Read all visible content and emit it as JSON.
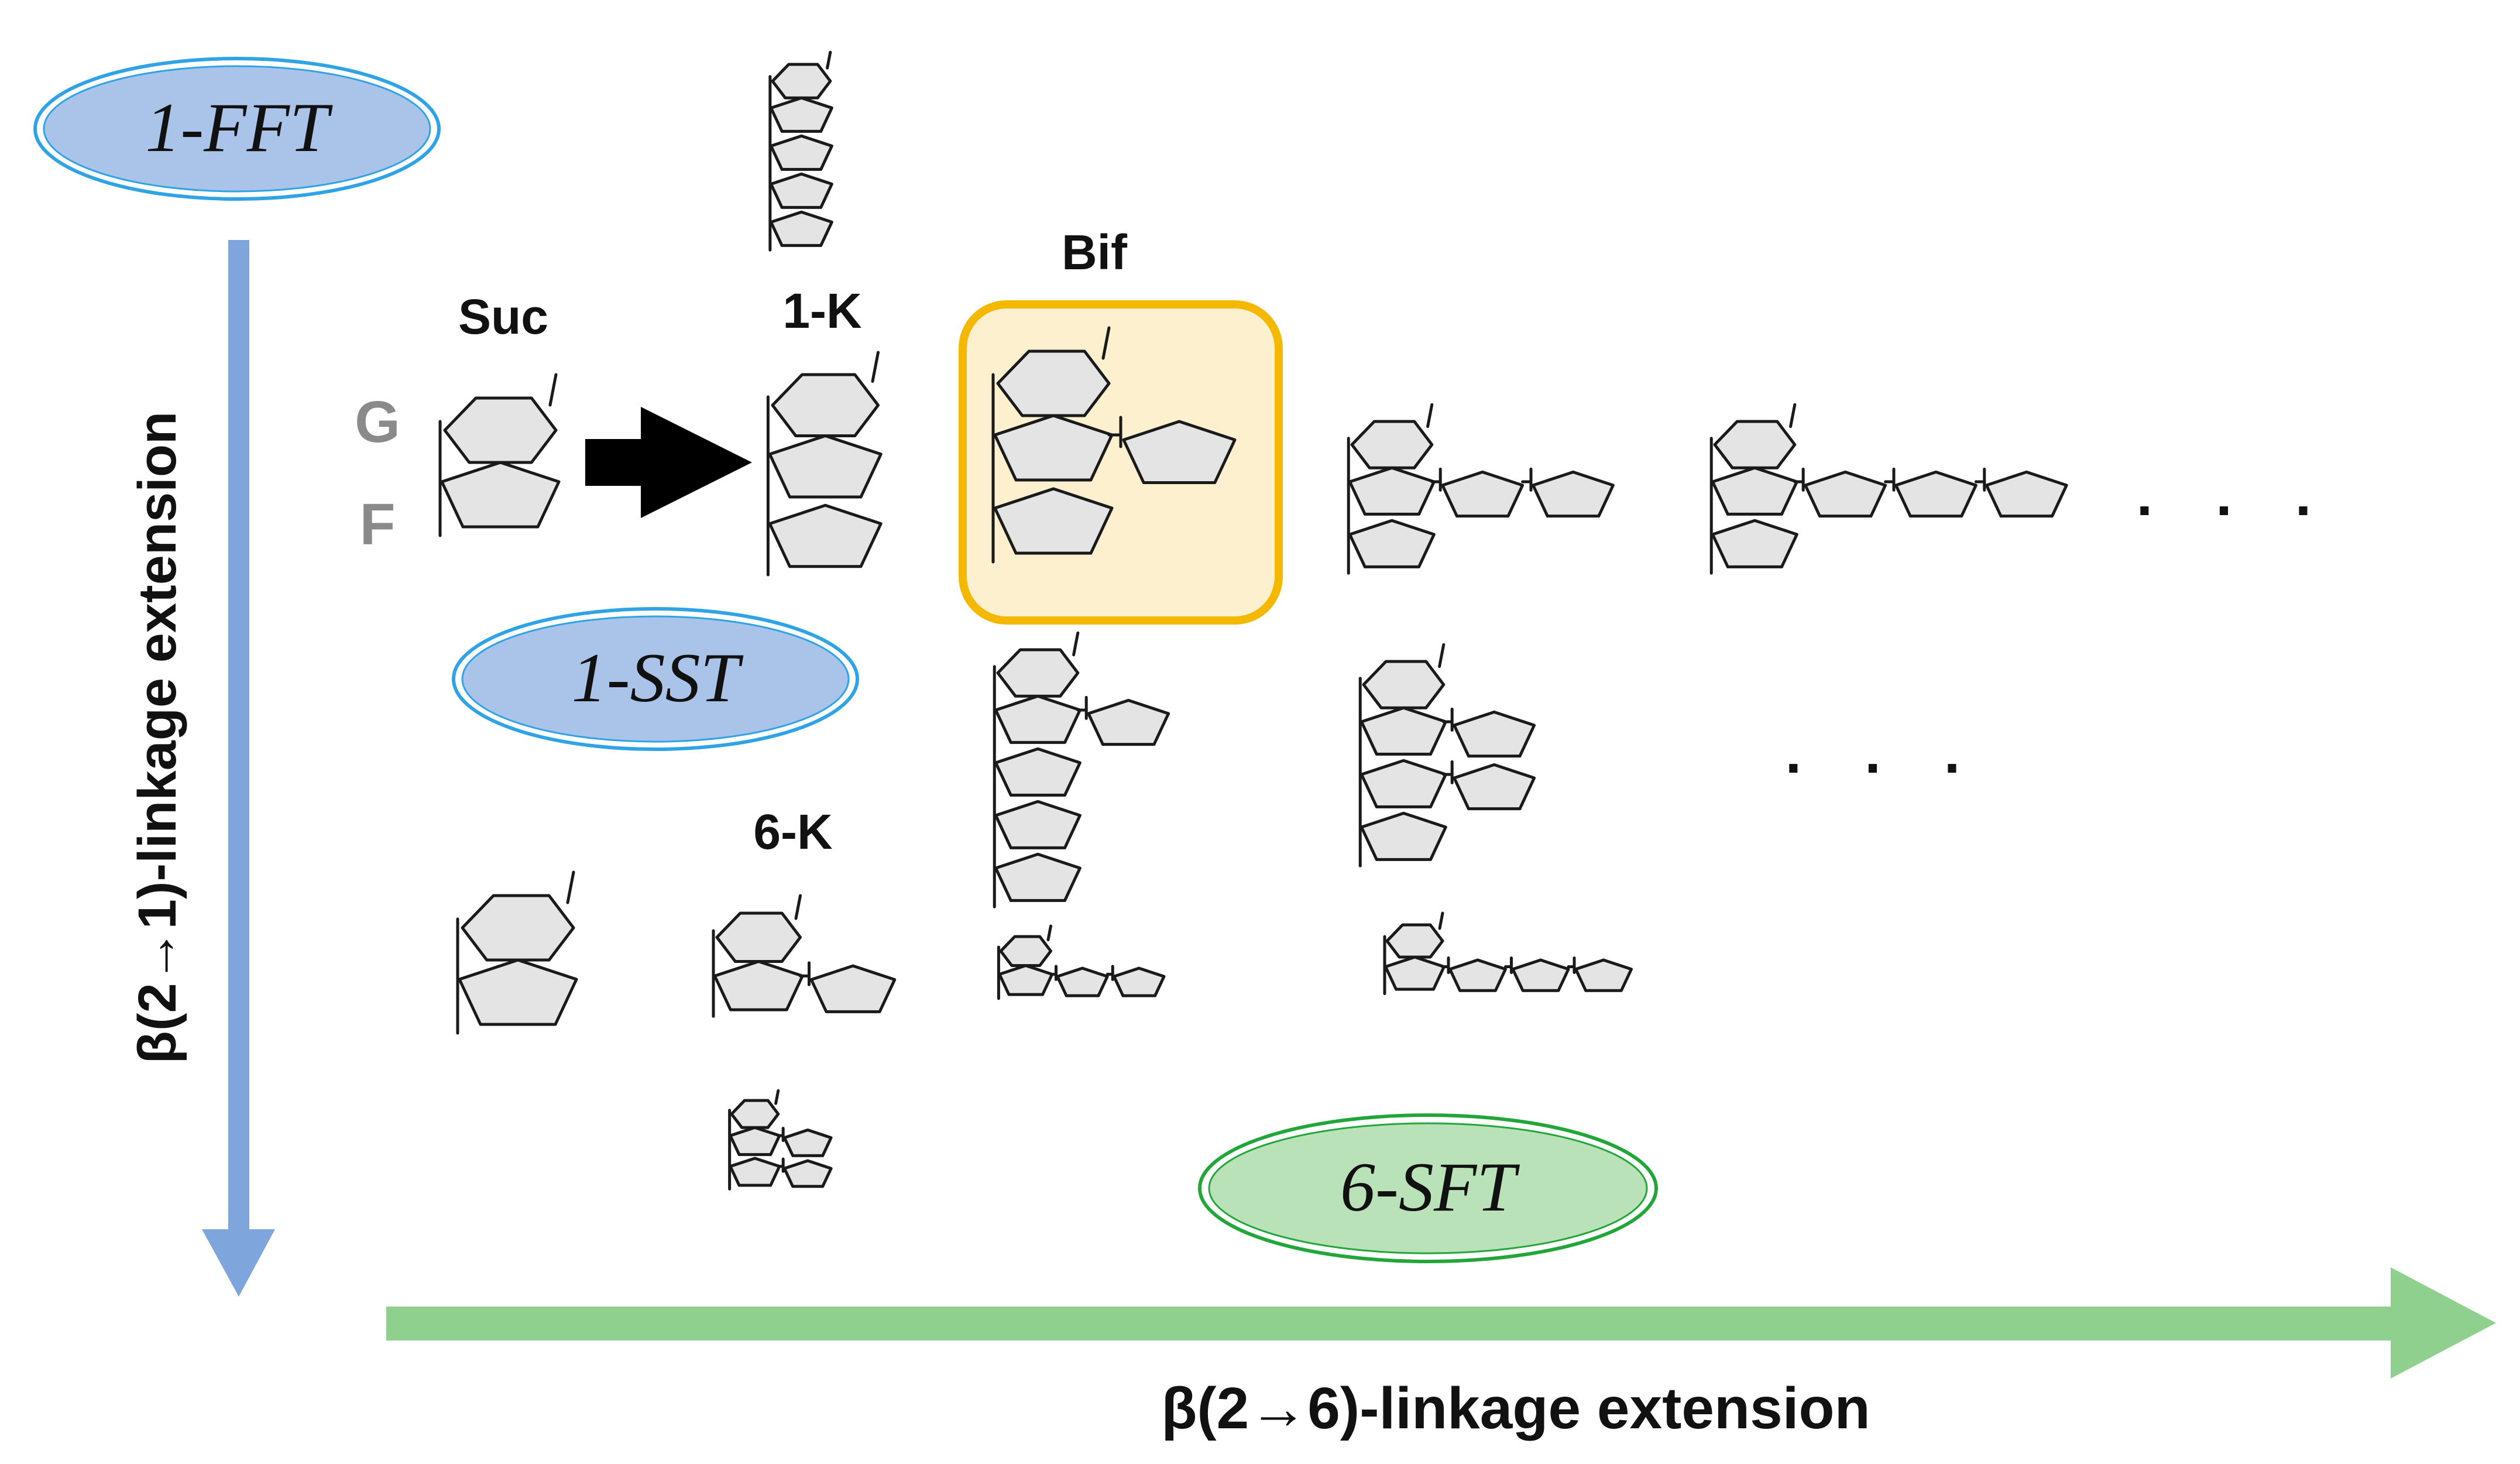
{
  "enzymes": {
    "fft": "1-FFT",
    "sst": "1-SST",
    "sft": "6-SFT"
  },
  "labels": {
    "suc": "Suc",
    "one_k": "1-K",
    "bif": "Bif",
    "six_k": "6-K",
    "g": "G",
    "f": "F",
    "ellipsis": ". . ."
  },
  "axes": {
    "vertical": "β(2→1)-linkage extension",
    "horizontal": "β(2→6)-linkage extension"
  },
  "colors": {
    "fft_fill": "#a9c4e8",
    "sst_fill": "#a9c4e8",
    "sft_fill": "#b9e2b9",
    "vertical_arrow": "#7fa6dc",
    "horizontal_arrow": "#90d08e",
    "bif_border": "#f5b800",
    "bif_fill": "#fdf0cf"
  }
}
